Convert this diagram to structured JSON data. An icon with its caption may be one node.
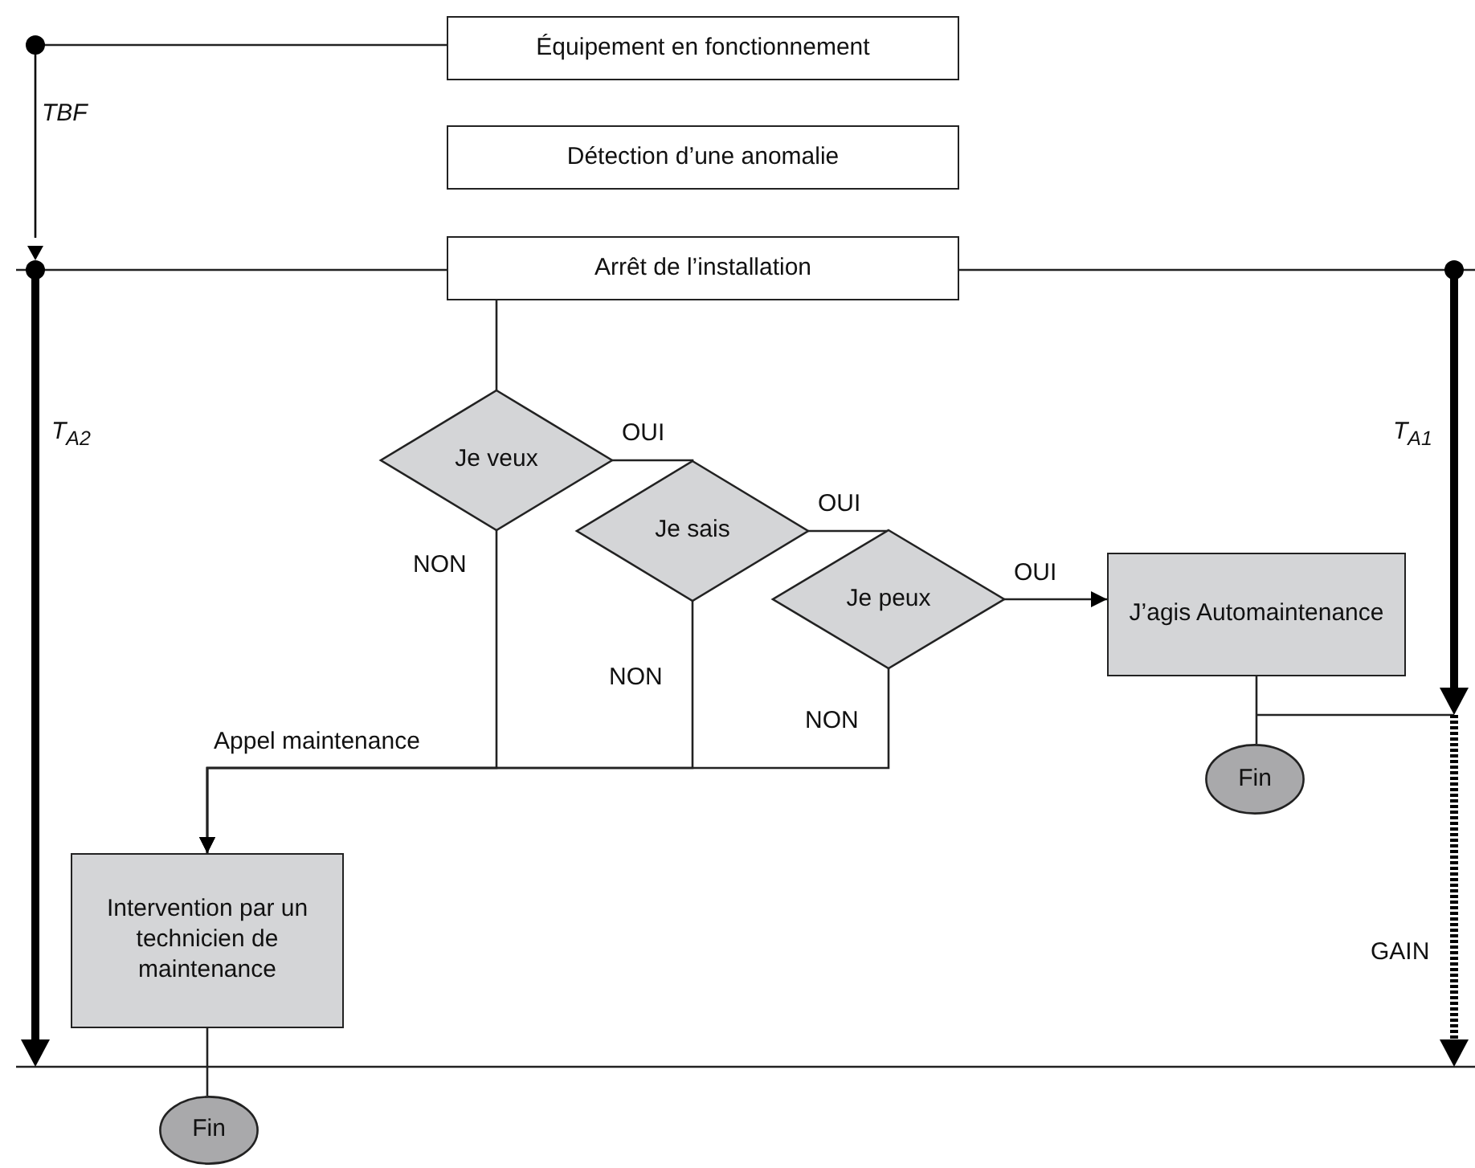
{
  "diagram": {
    "nodes": [
      {
        "text": [
          "Équipement en fonctionnement"
        ]
      },
      {
        "text": [
          "Détection d’une anomalie"
        ]
      },
      {
        "text": [
          "Arrêt de l’installation"
        ]
      },
      {
        "text": [
          "Je veux"
        ]
      },
      {
        "text": [
          "Je sais"
        ]
      },
      {
        "text": [
          "Je peux"
        ]
      },
      {
        "text": [
          "J’agis Automaintenance"
        ]
      },
      {
        "text": [
          "Fin"
        ]
      },
      {
        "text": [
          "Intervention par un technicien de maintenance"
        ]
      },
      {
        "text": [
          "Fin"
        ]
      }
    ],
    "edges": [
      {
        "from": 2,
        "to": 3,
        "arrow": "none"
      },
      {
        "from": 3,
        "to": 4,
        "arrow": "none",
        "label": "OUI"
      },
      {
        "from": 4,
        "to": 5,
        "arrow": "none",
        "label": "OUI"
      },
      {
        "from": 5,
        "to": 6,
        "arrow": "to",
        "label": "OUI"
      },
      {
        "from": 3,
        "to": 8,
        "arrow": "to",
        "label": "NON"
      },
      {
        "from": 4,
        "to": 8,
        "arrow": "to",
        "label": "NON"
      },
      {
        "from": 5,
        "to": 8,
        "arrow": "to",
        "label": "NON"
      },
      {
        "from": 6,
        "to": 7,
        "arrow": "none"
      },
      {
        "from": 8,
        "to": 9,
        "arrow": "none"
      }
    ],
    "labels": [
      "TBF",
      "T$_{A2}$",
      "T$_{A1}$",
      "Appel maintenance",
      "GAIN"
    ]
  }
}
